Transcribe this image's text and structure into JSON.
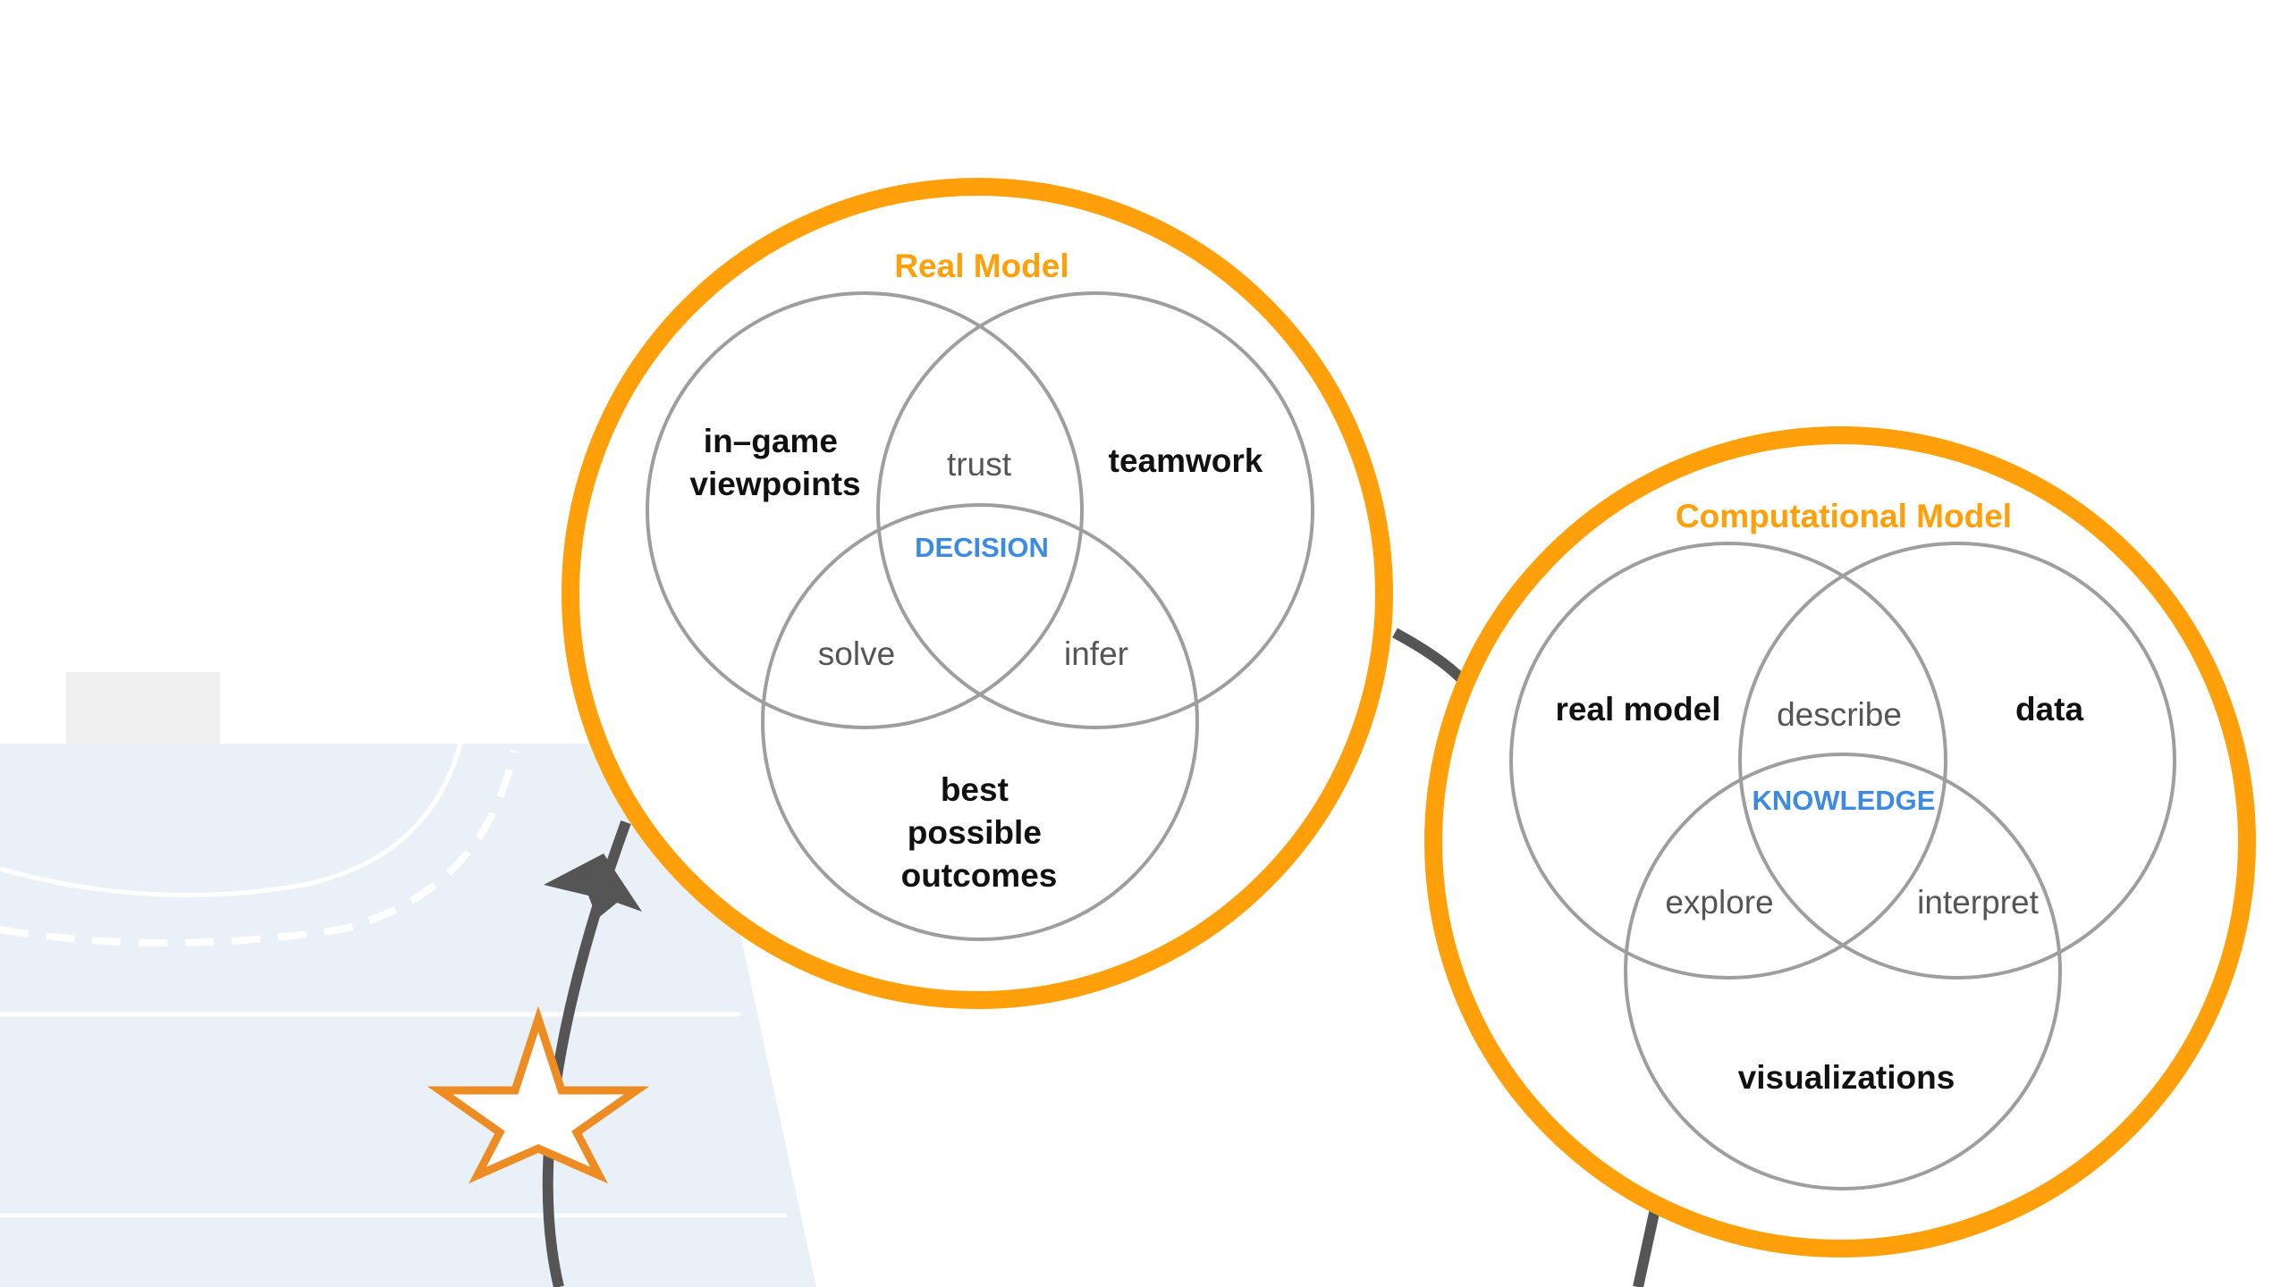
{
  "colors": {
    "accent": "#FF9F0A",
    "center_text": "#3D8BE0",
    "court_fill": "#EAF0F8",
    "court_line": "#FFFFFF",
    "connector": "#555555",
    "star_stroke": "#EE8C24"
  },
  "icons": {
    "star": "star-icon",
    "arrow": "arrow-up-icon"
  },
  "real_model": {
    "title": "Real Model",
    "sets": {
      "left": [
        "in–game",
        "viewpoints"
      ],
      "right": "teamwork",
      "bottom": [
        "best",
        "possible",
        "outcomes"
      ]
    },
    "overlaps": {
      "top": "trust",
      "left": "solve",
      "right": "infer"
    },
    "center": "DECISION"
  },
  "computational_model": {
    "title": "Computational Model",
    "sets": {
      "left": "real model",
      "right": "data",
      "bottom": "visualizations"
    },
    "overlaps": {
      "top": "describe",
      "left": "explore",
      "right": "interpret"
    },
    "center": "KNOWLEDGE"
  }
}
